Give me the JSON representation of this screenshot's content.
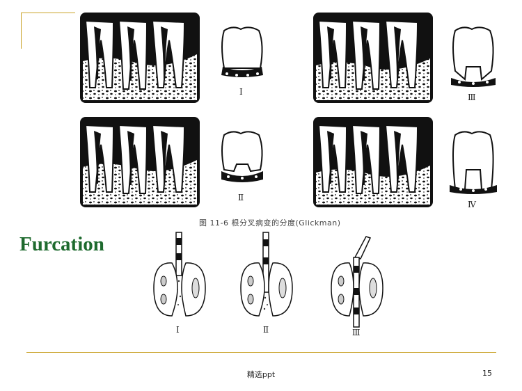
{
  "slide": {
    "title": "Furcation",
    "caption": "图 11-6   根分叉病变的分度(Glickman)",
    "footer": "精选ppt",
    "page_number": "15"
  },
  "grades_top": [
    "Ⅰ",
    "Ⅲ",
    "Ⅱ",
    "Ⅳ"
  ],
  "grades_bottom": [
    "Ⅰ",
    "Ⅱ",
    "Ⅲ"
  ],
  "colors": {
    "accent_gold": "#c9a227",
    "title_green": "#1e6a2e"
  }
}
